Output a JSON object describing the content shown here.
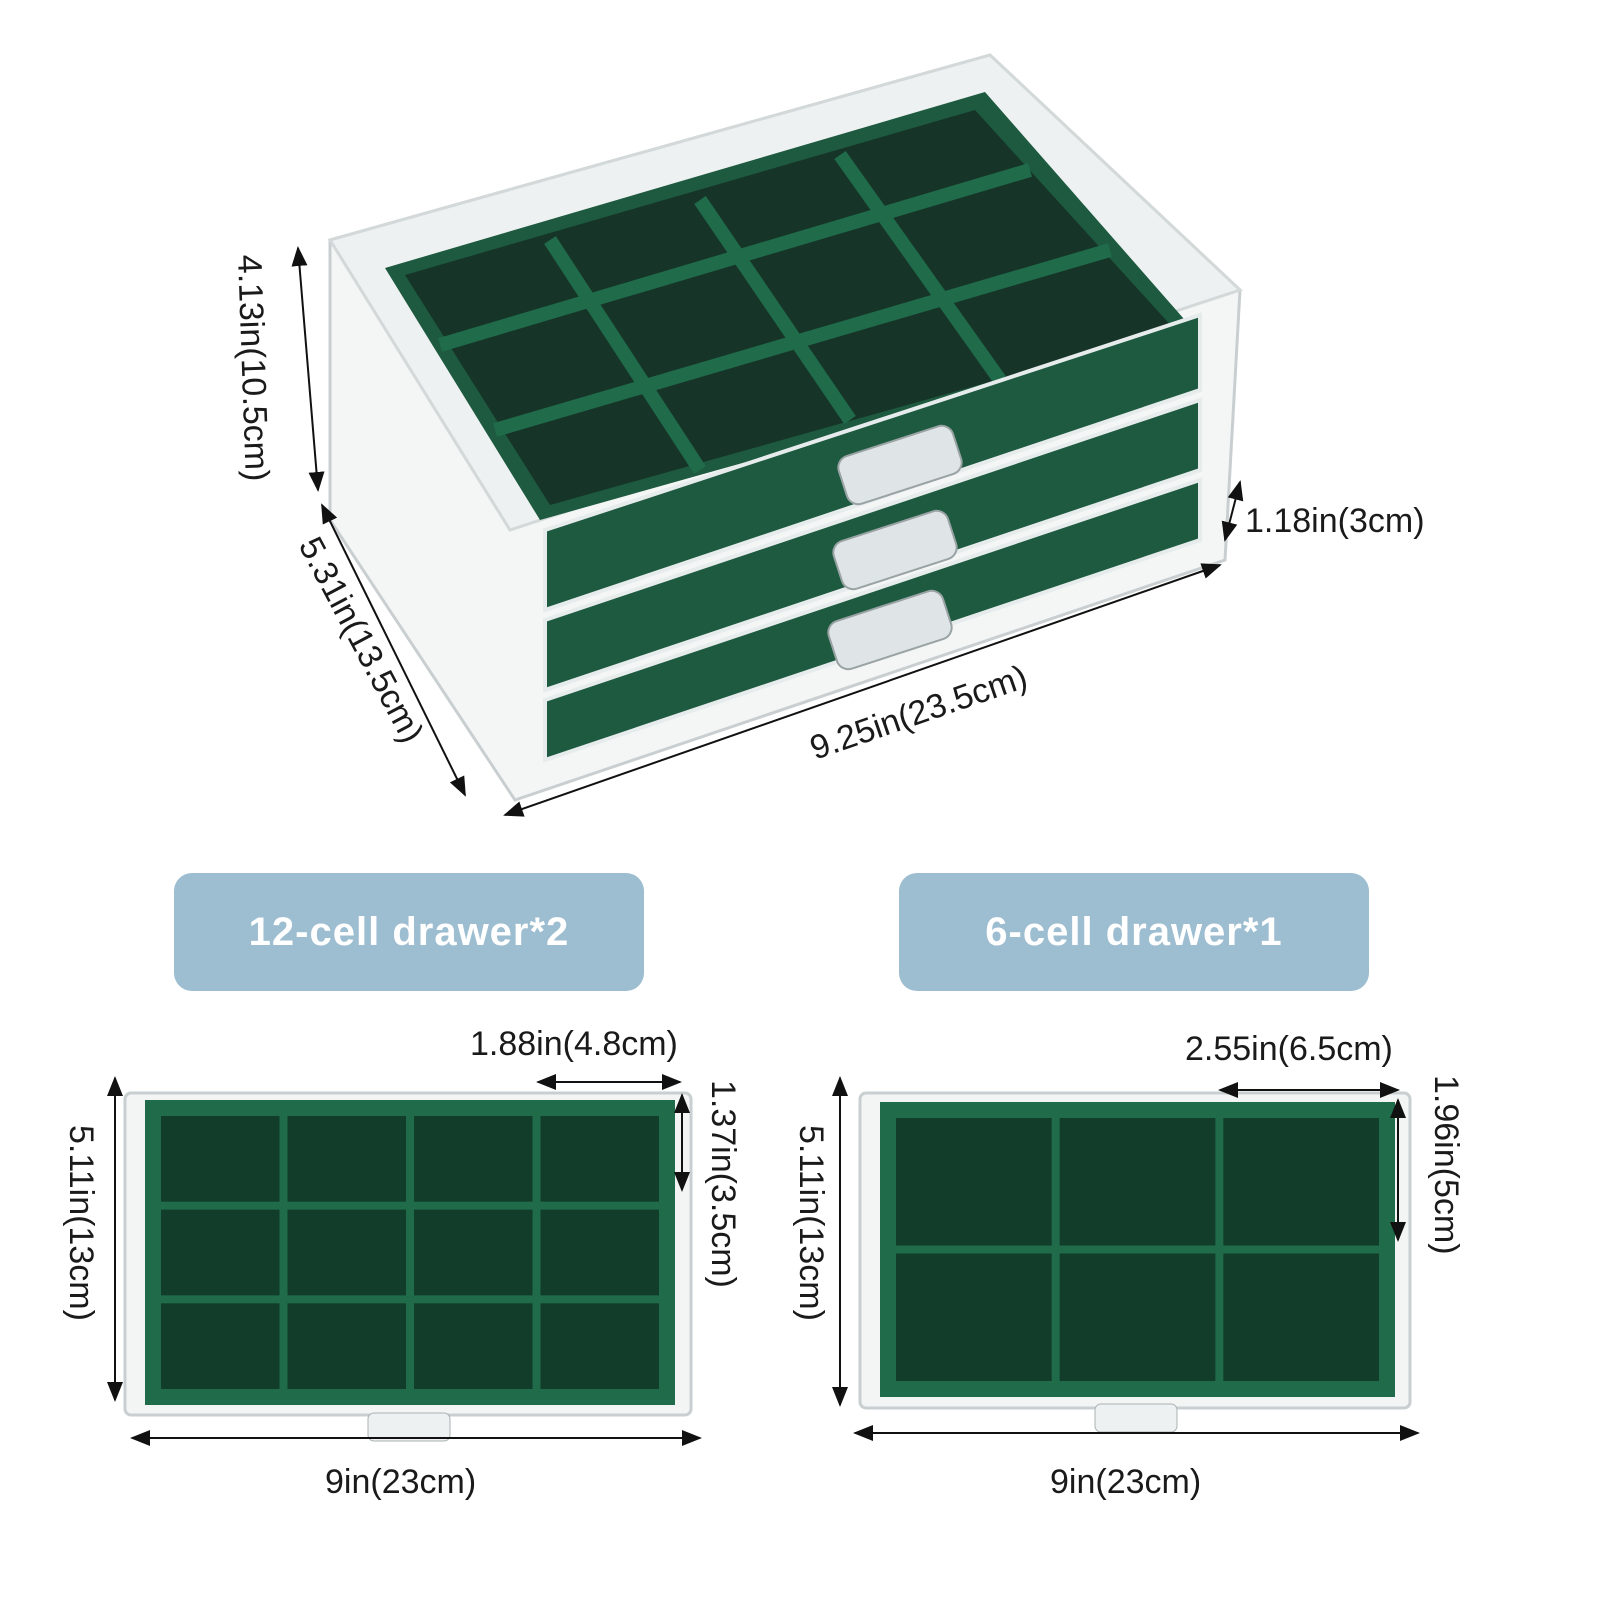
{
  "product": {
    "height": "4.13in(10.5cm)",
    "depth": "5.31in(13.5cm)",
    "width": "9.25in(23.5cm)",
    "drawer_height": "1.18in(3cm)"
  },
  "drawer_12": {
    "label": "12-cell drawer*2",
    "cell_width": "1.88in(4.8cm)",
    "cell_height": "1.37in(3.5cm)",
    "depth": "5.11in(13cm)",
    "width": "9in(23cm)",
    "columns": 4,
    "rows": 3
  },
  "drawer_6": {
    "label": "6-cell drawer*1",
    "cell_width": "2.55in(6.5cm)",
    "cell_height": "1.96in(5cm)",
    "depth": "5.11in(13cm)",
    "width": "9in(23cm)",
    "columns": 3,
    "rows": 2
  },
  "colors": {
    "velvet": "#1d5a40",
    "velvet_dark": "#123d2b",
    "badge": "#9dbdd1"
  }
}
